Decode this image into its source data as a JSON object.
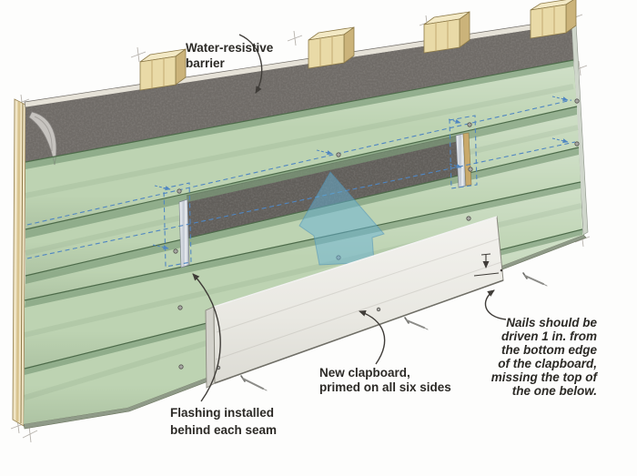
{
  "labels": {
    "water_resistive_barrier": {
      "lines": [
        "Water-resistive",
        "barrier"
      ]
    },
    "flashing": {
      "lines": [
        "Flashing installed",
        "behind each seam"
      ]
    },
    "new_clapboard": {
      "lines": [
        "New clapboard,",
        "primed on all six sides"
      ]
    },
    "nails_note": {
      "lines": [
        "Nails should be",
        "driven 1 in. from",
        "the bottom edge",
        "of the clapboard,",
        "missing the top of",
        "the one below."
      ]
    }
  },
  "colors": {
    "clapboard_green": "#bdd3b2",
    "lap_shadow_green": "#7e9c7a",
    "lap_line_green": "#4d6b4a",
    "barrier_gray": "#6f6b67",
    "gap_gray": "#615e5a",
    "wood_tan": "#e9daa7",
    "wood_tan_top": "#f3e9c5",
    "wood_tan_side": "#cbb37a",
    "sheathing_edge_tan": "#f0e5c6",
    "flashing_silver": "#dfe3e8",
    "new_clapboard_white": "#ecebe5",
    "guide_blue": "#4f86c2",
    "slide_arrow_blue": "#66b2d6",
    "label_ink": "#2c2a26",
    "annotation_gray": "#3f3c38",
    "nail_gray": "#a8a8a4"
  }
}
